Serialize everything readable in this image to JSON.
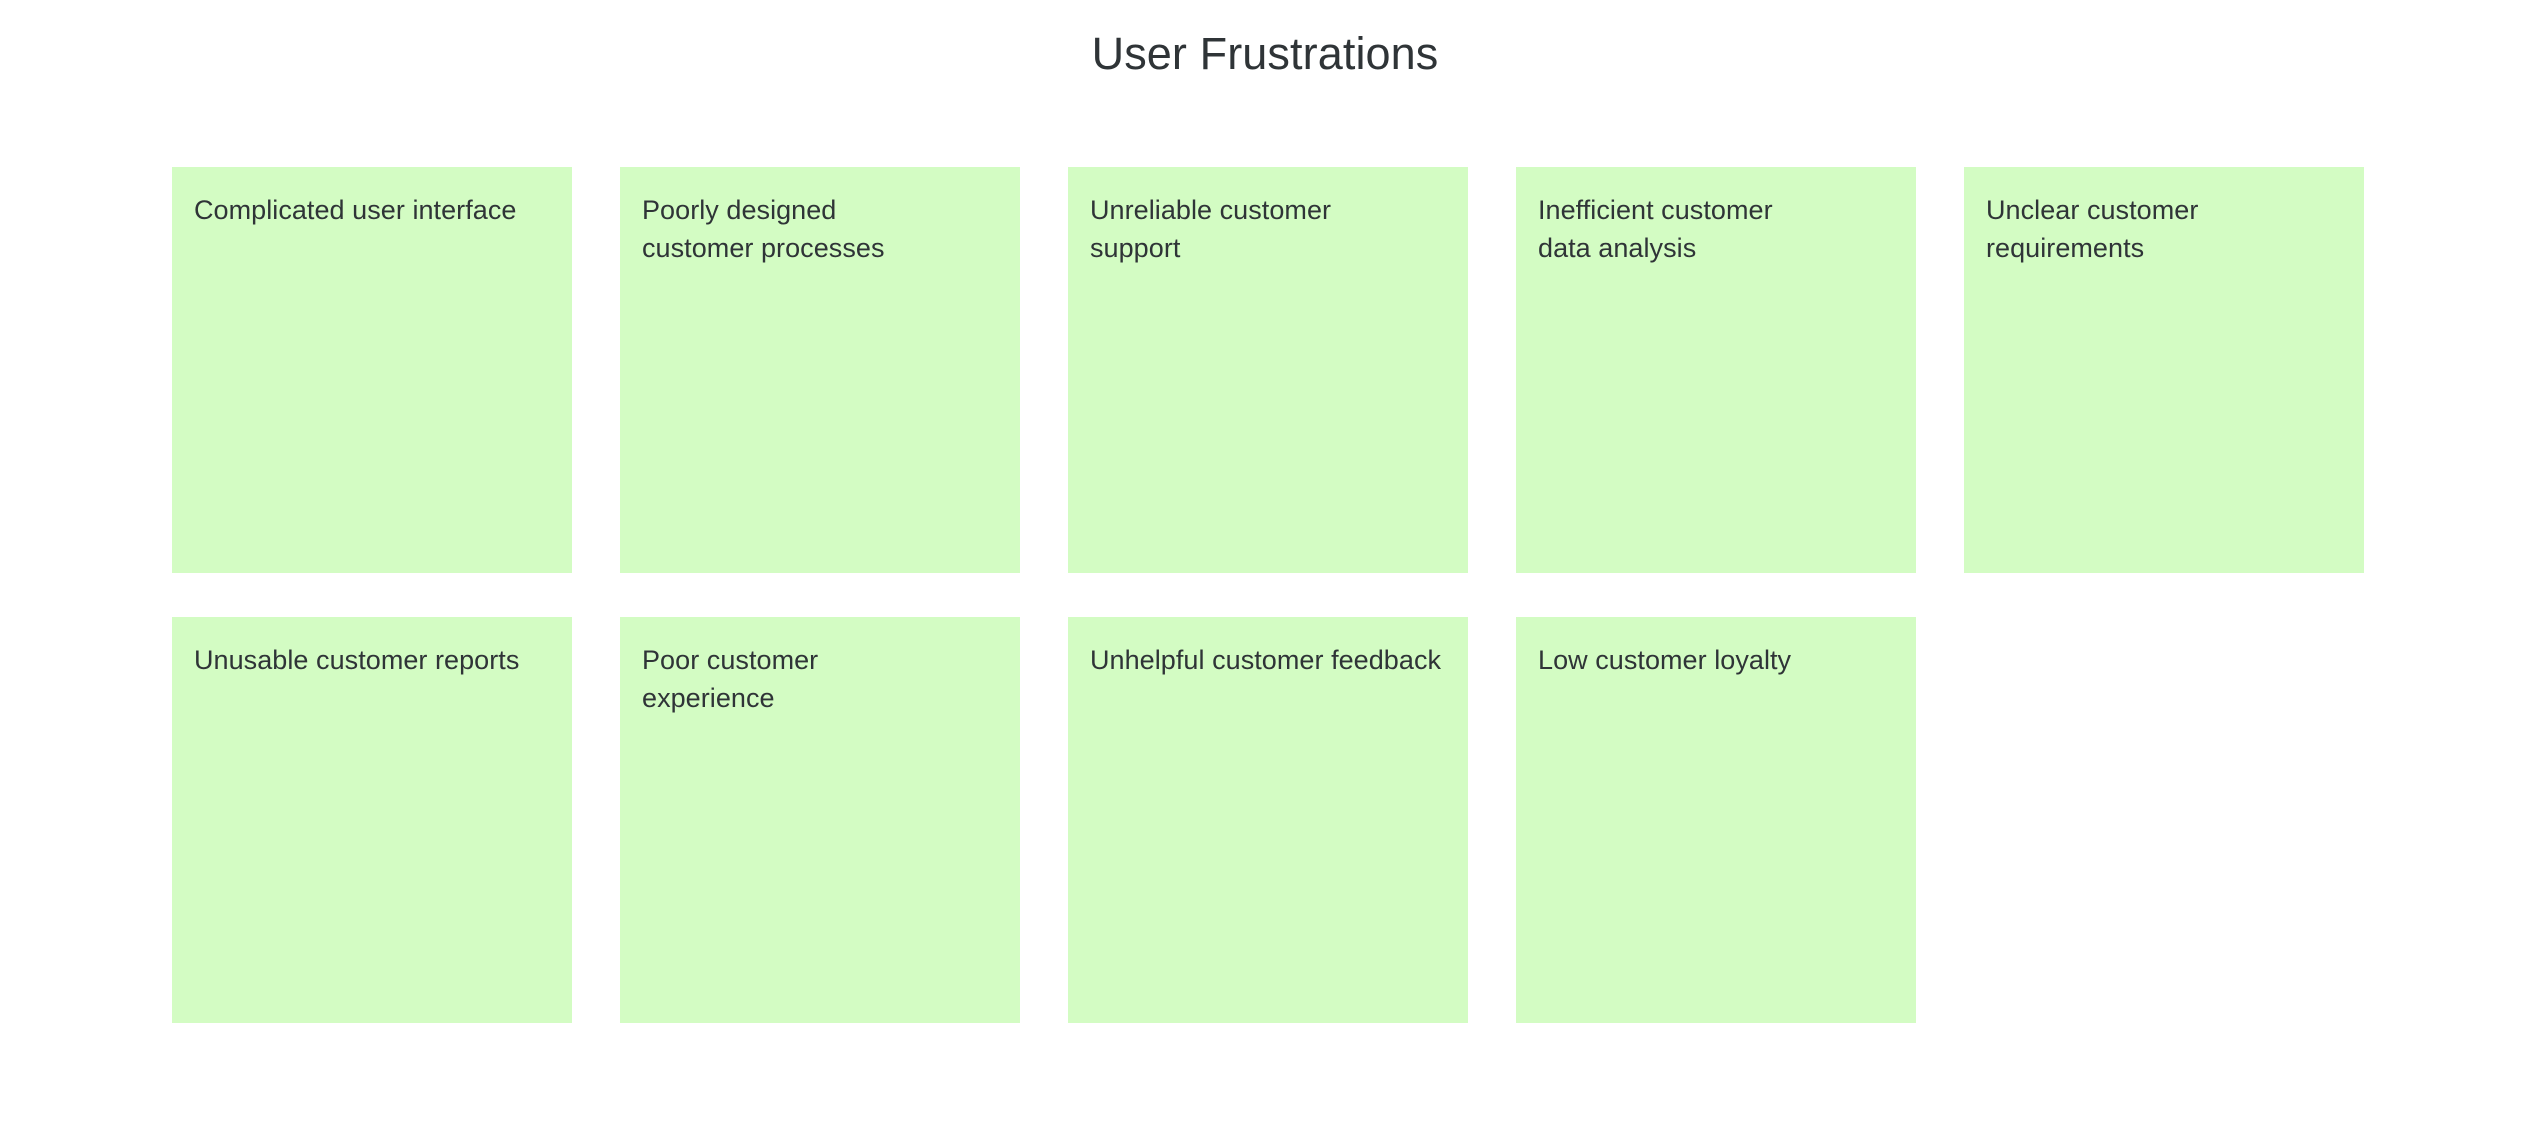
{
  "board": {
    "title": "User Frustrations",
    "background_color": "#ffffff",
    "title_color": "#2f3437",
    "card_color": "#d3fcc3",
    "card_text_color": "#2f3437"
  },
  "cards": {
    "row1": [
      {
        "text": "Complicated user interface"
      },
      {
        "text": "Poorly designed customer processes"
      },
      {
        "text": "Unreliable customer support"
      },
      {
        "text": "Inefficient customer data analysis"
      },
      {
        "text": "Unclear customer requirements"
      }
    ],
    "row2": [
      {
        "text": "Unusable customer reports"
      },
      {
        "text": "Poor customer experience"
      },
      {
        "text": "Unhelpful customer feedback"
      },
      {
        "text": "Low customer loyalty"
      }
    ]
  },
  "counts": {
    "total_cards": 9,
    "row1_cards": 5,
    "row2_cards": 4
  }
}
